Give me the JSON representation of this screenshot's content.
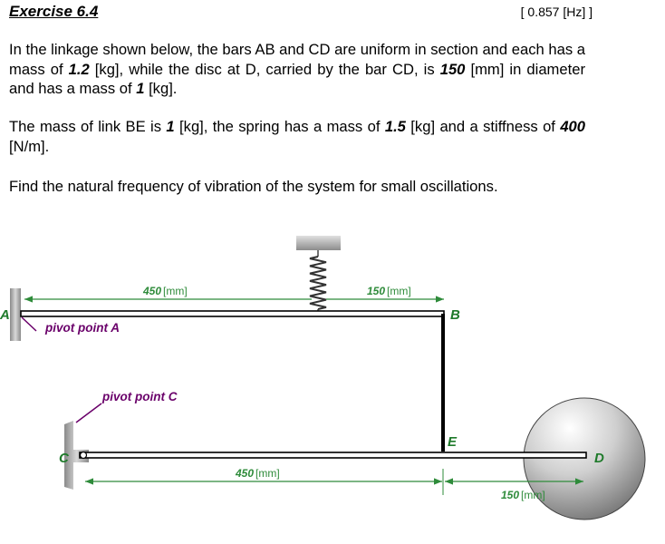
{
  "exercise": {
    "title": "Exercise 6.4",
    "answer": "[ 0.857 [Hz] ]"
  },
  "problem": {
    "p1": {
      "t1": "In the linkage shown below, the bars AB and CD are uniform in section and each has a mass of ",
      "v1": "1.2",
      "t2": " [kg], while the disc at D, carried by the bar CD, is ",
      "v2": "150",
      "t3": " [mm] in diameter and has a mass of ",
      "v3": "1",
      "t4": " [kg]."
    },
    "p2": {
      "t1": "The mass of link BE is ",
      "v1": "1",
      "t2": " [kg], the spring has a mass of ",
      "v2": "1.5",
      "t3": " [kg] and a stiffness of ",
      "v3": "400",
      "t4": " [N/m]."
    },
    "p3": "Find the natural frequency of vibration of the system for small oscillations."
  },
  "diagram": {
    "points": {
      "a": "A",
      "b": "B",
      "c": "C",
      "d": "D",
      "e": "E"
    },
    "labels": {
      "pivot_a": "pivot point A",
      "pivot_c": "pivot point C"
    },
    "dims": {
      "ab_left": {
        "value": "450",
        "unit": "[mm]"
      },
      "ab_right": {
        "value": "150",
        "unit": "[mm]"
      },
      "cd_left": {
        "value": "450",
        "unit": "[mm]"
      },
      "cd_right": {
        "value": "150",
        "unit": "[mm]"
      }
    },
    "colors": {
      "dimension": "#2e8b3a",
      "pivot_label": "#6a006a",
      "point_label": "#1e7a2a"
    }
  }
}
